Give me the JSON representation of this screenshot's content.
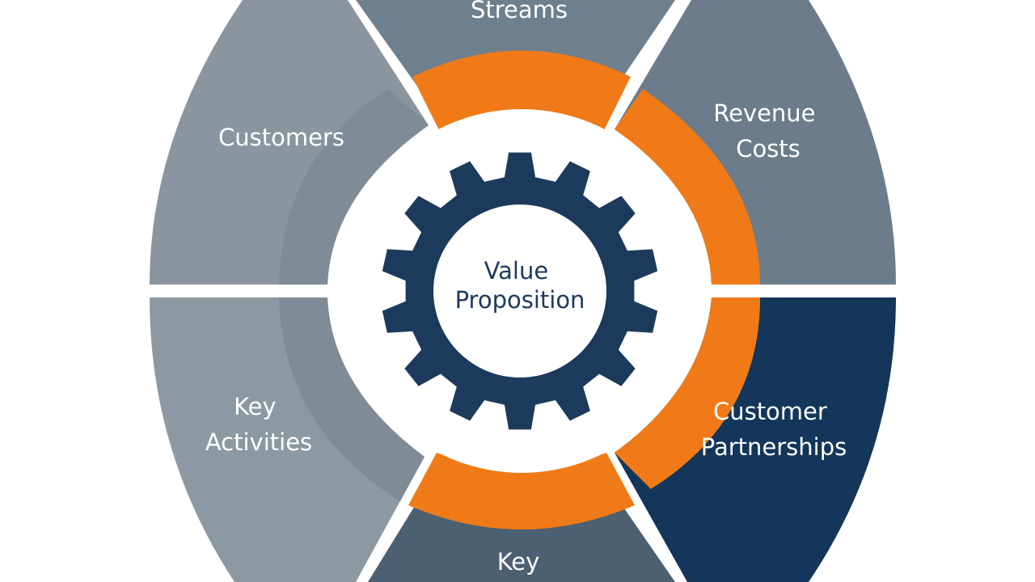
{
  "segments": [
    {
      "id": "top",
      "lines": [
        "Streams"
      ],
      "color": "#6e7f8d"
    },
    {
      "id": "upper-right",
      "lines": [
        "Revenue",
        "Costs"
      ],
      "color": "#6c7c8a"
    },
    {
      "id": "lower-right",
      "lines": [
        "Customer",
        "Partnerships"
      ],
      "color": "#13365a"
    },
    {
      "id": "bottom",
      "lines": [
        "Key"
      ],
      "color": "#4c6072"
    },
    {
      "id": "lower-left",
      "lines": [
        "Key",
        "Activities"
      ],
      "color": "#8c98a2"
    },
    {
      "id": "upper-left",
      "lines": [
        "Customers"
      ],
      "color": "#8a959f"
    }
  ],
  "center": {
    "lines": [
      "Value",
      "Proposition"
    ]
  },
  "colors": {
    "accent_ring": "#f07a17",
    "inner_band_left": "#7f8b96",
    "gear": "#1c3a5c",
    "gap": "#ffffff"
  },
  "icons": {
    "center": "gear-icon"
  }
}
